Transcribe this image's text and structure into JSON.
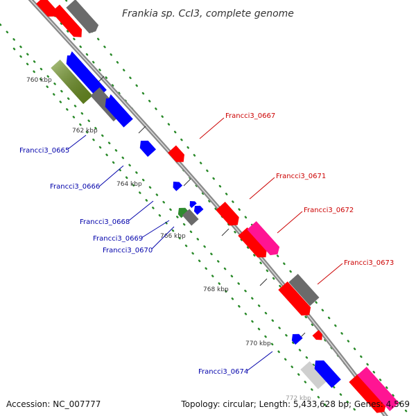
{
  "title": "Frankia sp. CcI3, complete genome",
  "footer": {
    "accession": "Accession: NC_007777",
    "topology": "Topology: circular; Length: 5,433,628 bp; Genes: 4,569"
  },
  "colors": {
    "backbone": "#8a8a8a",
    "forward_label": "#cc0000",
    "reverse_label": "#0000aa",
    "tick_dots": "#2a8a2a",
    "red": "#ff0000",
    "pink": "#ff1493",
    "gray": "#6b6b6b",
    "blue": "#0000ff",
    "olive": "#6b8e23",
    "green": "#2e8b2e",
    "lightgray": "#cfcfcf"
  },
  "ticks": [
    "760 kbp",
    "762 kbp",
    "764 kbp",
    "766 kbp",
    "768 kbp",
    "770 kbp",
    "772 kbp"
  ],
  "gene_labels": {
    "forward": [
      "Francci3_0667",
      "Francci3_0671",
      "Francci3_0672",
      "Francci3_0673"
    ],
    "reverse": [
      "Francci3_0665",
      "Francci3_0666",
      "Francci3_0668",
      "Francci3_0669",
      "Francci3_0670",
      "Francci3_0674"
    ]
  }
}
